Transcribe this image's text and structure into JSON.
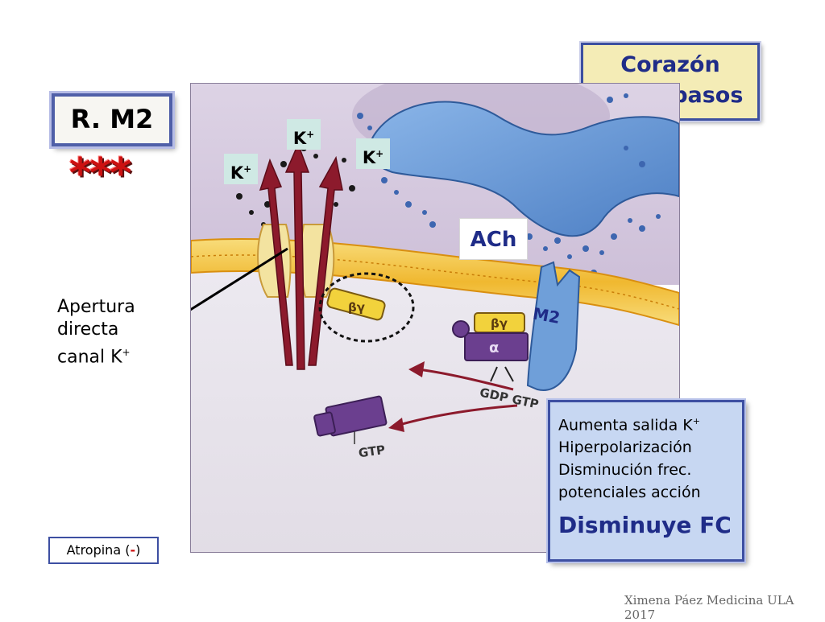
{
  "title": "R. M2",
  "stars": "***",
  "top_right_label": {
    "line1": "Corazón",
    "line2": "Marcapasos"
  },
  "neurotransmitter": "ACh",
  "receptor_label": "M2",
  "ion_labels": {
    "symbol": "K",
    "charge": "+"
  },
  "protein_labels": {
    "beta_gamma_free": "βγ",
    "beta_gamma_bound": "βγ",
    "alpha": "α",
    "gdp_gtp": "GDP GTP",
    "gtp": "GTP"
  },
  "apertura": {
    "line1": "Apertura",
    "line2": "directa",
    "line3_text": "canal K",
    "line3_sup": "+"
  },
  "effects": {
    "line1_text": "Aumenta salida K",
    "line1_sup": "+",
    "line2": "Hiperpolarización",
    "line3": "Disminución frec.",
    "line4": "potenciales acción",
    "conclusion": "Disminuye FC"
  },
  "atropina": {
    "label": "Atropina",
    "open": "(",
    "sign": "-",
    "close": ")"
  },
  "credit": "Ximena Páez Medicina ULA 2017",
  "colors": {
    "title_border": "#4f5fa8",
    "effects_bg": "#c7d7f2",
    "star_red": "#cc1111",
    "membrane": "#f3c23a",
    "vesicle_blue": "#6f9fd9",
    "g_protein": "#6b3f8f",
    "arrow_red": "#8c1a2c"
  }
}
